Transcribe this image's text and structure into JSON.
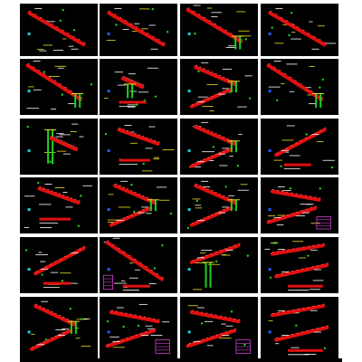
{
  "sheet": {
    "title": "",
    "background_color": "#ffffff",
    "panel_color": "#000000"
  },
  "palette": {
    "stair_red": "#e01010",
    "dimension_yellow": "#f0e020",
    "member_green": "#20d020",
    "annotation_white": "#ffffff",
    "accent_blue": "#2060ff",
    "accent_magenta": "#d040d0",
    "accent_cyan": "#20d0d0"
  },
  "thumbnails": [
    {
      "id": "r1c1",
      "motif": "stair-flight-descending",
      "row": 1,
      "col": 1
    },
    {
      "id": "r1c2",
      "motif": "stair-flight-descending",
      "row": 1,
      "col": 2
    },
    {
      "id": "r1c3",
      "motif": "stair-flight-descending-with-columns",
      "row": 1,
      "col": 3
    },
    {
      "id": "r1c4",
      "motif": "stair-flight-descending",
      "row": 1,
      "col": 4
    },
    {
      "id": "r2c1",
      "motif": "stair-flight-descending-with-columns",
      "row": 2,
      "col": 1
    },
    {
      "id": "r2c2",
      "motif": "short-flight-with-beam",
      "row": 2,
      "col": 2
    },
    {
      "id": "r2c3",
      "motif": "two-flight-switchback",
      "row": 2,
      "col": 3
    },
    {
      "id": "r2c4",
      "motif": "stair-flight-descending-with-columns",
      "row": 2,
      "col": 4
    },
    {
      "id": "r3c1",
      "motif": "vertical-section-with-short-flight",
      "row": 3,
      "col": 1
    },
    {
      "id": "r3c2",
      "motif": "flight-with-slab",
      "row": 3,
      "col": 2
    },
    {
      "id": "r3c3",
      "motif": "two-flight-switchback",
      "row": 3,
      "col": 3
    },
    {
      "id": "r3c4",
      "motif": "ascending-flight-with-slab",
      "row": 3,
      "col": 4
    },
    {
      "id": "r4c1",
      "motif": "flight-with-slab",
      "row": 4,
      "col": 1
    },
    {
      "id": "r4c2",
      "motif": "two-flight-switchback",
      "row": 4,
      "col": 2
    },
    {
      "id": "r4c3",
      "motif": "two-flight-switchback",
      "row": 4,
      "col": 3
    },
    {
      "id": "r4c4",
      "motif": "two-flight-with-detail",
      "row": 4,
      "col": 4
    },
    {
      "id": "r5c1",
      "motif": "ascending-flight-with-slab",
      "row": 5,
      "col": 1
    },
    {
      "id": "r5c2",
      "motif": "descending-flight-with-detail",
      "row": 5,
      "col": 2
    },
    {
      "id": "r5c3",
      "motif": "flight-with-column-section",
      "row": 5,
      "col": 3
    },
    {
      "id": "r5c4",
      "motif": "two-flight-with-slabs",
      "row": 5,
      "col": 4
    },
    {
      "id": "r6c1",
      "motif": "two-flight-switchback",
      "row": 6,
      "col": 1
    },
    {
      "id": "r6c2",
      "motif": "two-flight-with-detail",
      "row": 6,
      "col": 2
    },
    {
      "id": "r6c3",
      "motif": "two-flight-with-detail",
      "row": 6,
      "col": 3
    },
    {
      "id": "r6c4",
      "motif": "two-flight-with-slabs",
      "row": 6,
      "col": 4
    }
  ]
}
